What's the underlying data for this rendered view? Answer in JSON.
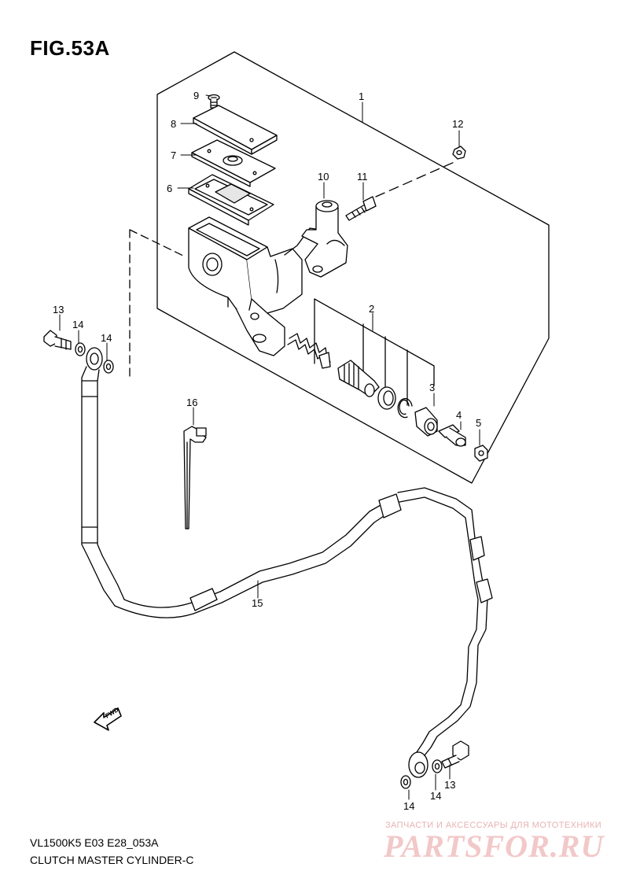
{
  "figure": {
    "title": "FIG.53A",
    "footer_model": "VL1500K5 E03 E28_053A",
    "footer_caption": "CLUTCH MASTER CYLINDER-C"
  },
  "arrow_label": "FWD",
  "watermark": {
    "tagline": "ЗАПЧАСТИ И АКСЕССУАРЫ ДЛЯ МОТОТЕХНИКИ",
    "brand": "PARTSFOR.RU"
  },
  "part_labels": {
    "p1": "1",
    "p2": "2",
    "p3": "3",
    "p4": "4",
    "p5": "5",
    "p6": "6",
    "p7": "7",
    "p8": "8",
    "p9": "9",
    "p10": "10",
    "p11": "11",
    "p12": "12",
    "p13a": "13",
    "p13b": "13",
    "p14a": "14",
    "p14b": "14",
    "p14c": "14",
    "p14d": "14",
    "p15": "15",
    "p16": "16"
  },
  "colors": {
    "line": "#000000",
    "part_fill": "#ffffff",
    "shade": "#d9d9d9",
    "watermark": "#f2c8c8"
  }
}
